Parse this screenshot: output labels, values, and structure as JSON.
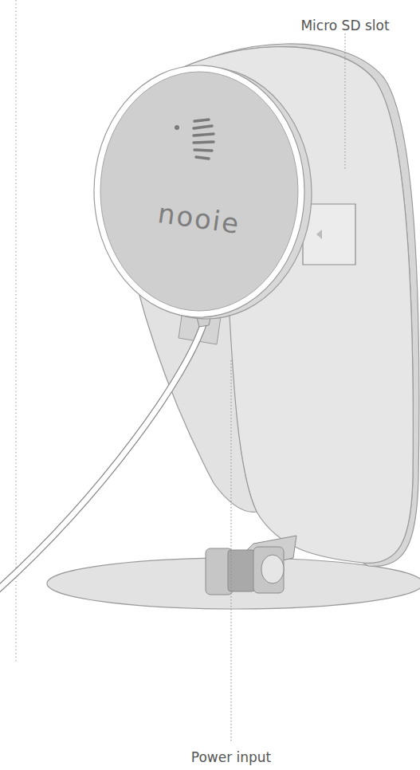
{
  "diagram": {
    "labels": [
      "Micro SD slot",
      "nooie",
      "Power input"
    ]
  }
}
